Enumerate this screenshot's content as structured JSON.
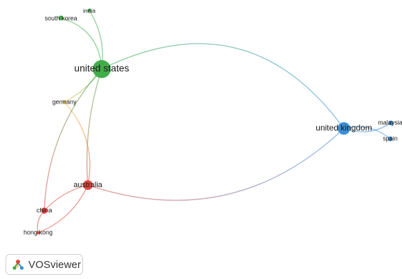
{
  "network": {
    "clusters": {
      "green": "#3fae49",
      "blue": "#3a8fd9",
      "red": "#e0483f",
      "yellow": "#e8c34a"
    },
    "nodes": [
      {
        "id": "united-states",
        "label": "united states",
        "cluster": "green"
      },
      {
        "id": "south-korea",
        "label": "south korea",
        "cluster": "green"
      },
      {
        "id": "india",
        "label": "india",
        "cluster": "green"
      },
      {
        "id": "germany",
        "label": "germany",
        "cluster": "yellow"
      },
      {
        "id": "united-kingdom",
        "label": "united kingdom",
        "cluster": "blue"
      },
      {
        "id": "malaysia",
        "label": "malaysia",
        "cluster": "blue"
      },
      {
        "id": "spain",
        "label": "spain",
        "cluster": "blue"
      },
      {
        "id": "australia",
        "label": "australia",
        "cluster": "red"
      },
      {
        "id": "china",
        "label": "china",
        "cluster": "red"
      },
      {
        "id": "hong-kong",
        "label": "hong kong",
        "cluster": "red"
      }
    ],
    "links": [
      {
        "source": "united-states",
        "target": "united-kingdom"
      },
      {
        "source": "united-kingdom",
        "target": "australia"
      },
      {
        "source": "united-states",
        "target": "australia"
      },
      {
        "source": "united-states",
        "target": "south-korea"
      },
      {
        "source": "united-states",
        "target": "india"
      },
      {
        "source": "united-states",
        "target": "germany"
      },
      {
        "source": "germany",
        "target": "australia"
      },
      {
        "source": "united-kingdom",
        "target": "malaysia"
      },
      {
        "source": "united-kingdom",
        "target": "spain"
      },
      {
        "source": "australia",
        "target": "china"
      },
      {
        "source": "australia",
        "target": "hong-kong"
      },
      {
        "source": "china",
        "target": "hong-kong"
      },
      {
        "source": "united-states",
        "target": "china"
      }
    ]
  },
  "badge": {
    "label": "VOSviewer",
    "logo_icon": "vosviewer-logo-icon"
  }
}
